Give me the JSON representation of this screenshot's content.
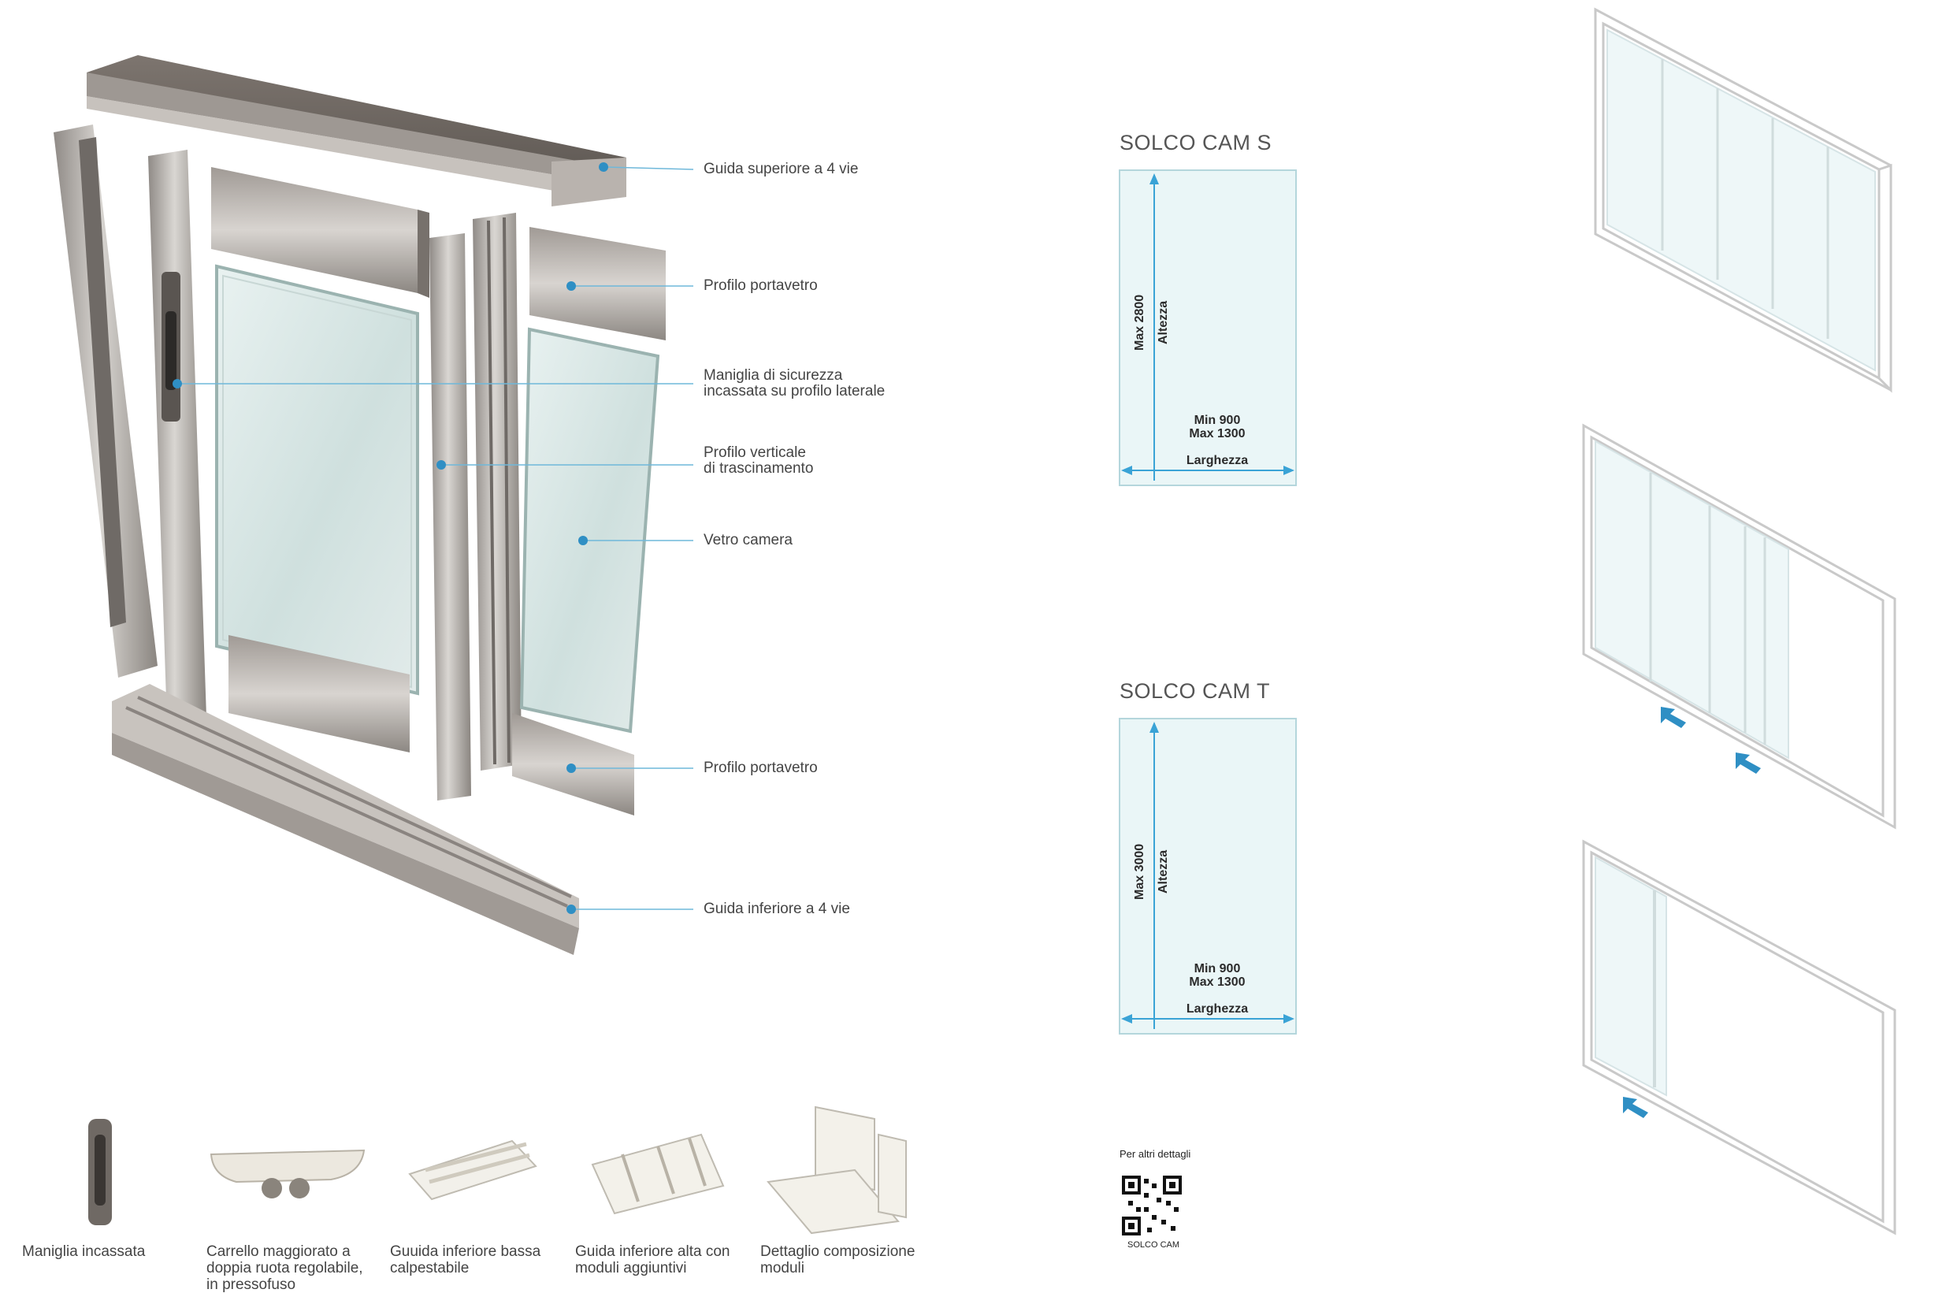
{
  "callouts": [
    {
      "id": "guida_superiore",
      "text": "Guida superiore a 4 vie"
    },
    {
      "id": "profilo_portavetro_top",
      "text": "Profilo portavetro"
    },
    {
      "id": "maniglia",
      "text": "Maniglia di sicurezza\nincassata su profilo laterale"
    },
    {
      "id": "profilo_verticale",
      "text": "Profilo verticale\ndi trascinamento"
    },
    {
      "id": "vetro_camera",
      "text": "Vetro camera"
    },
    {
      "id": "profilo_portavetro_bottom",
      "text": "Profilo portavetro"
    },
    {
      "id": "guida_inferiore",
      "text": "Guida inferiore a 4 vie"
    }
  ],
  "thumbnails": [
    {
      "label": "Maniglia incassata"
    },
    {
      "label": "Carrello maggiorato a\ndoppia ruota regolabile,\nin pressofuso"
    },
    {
      "label": "Guuida inferiore bassa\ncalpestabile"
    },
    {
      "label": "Guida inferiore alta con\nmoduli aggiuntivi"
    },
    {
      "label": "Dettaglio composizione\nmoduli"
    }
  ],
  "spec_panels": [
    {
      "title": "SOLCO CAM S",
      "height_max": "Max  2800",
      "height_label": "Altezza",
      "width_min": "Min 900",
      "width_max": "Max 1300",
      "width_label": "Larghezza"
    },
    {
      "title": "SOLCO CAM T",
      "height_max": "Max  3000",
      "height_label": "Altezza",
      "width_min": "Min 900",
      "width_max": "Max 1300",
      "width_label": "Larghezza"
    }
  ],
  "qr": {
    "caption_top": "Per altri dettagli",
    "caption_bottom": "SOLCO CAM"
  },
  "colors": {
    "accent": "#3aa3d6",
    "glass": "#e4f3f6",
    "frame": "#a8a8a8",
    "line": "#cfcfcf"
  }
}
